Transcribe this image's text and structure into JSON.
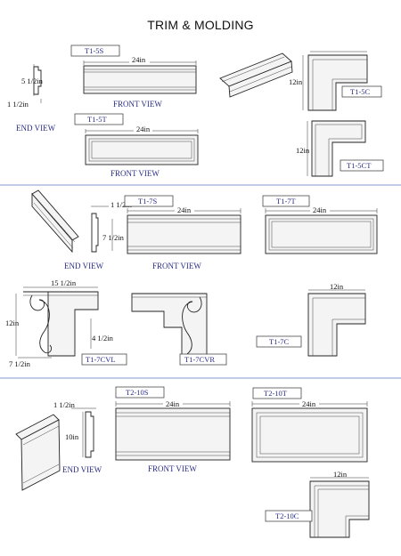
{
  "title": "TRIM & MOLDING",
  "labels": {
    "end_view": "END VIEW",
    "front_view": "FRONT VIEW"
  },
  "codes": {
    "t15s": "T1-5S",
    "t15c": "T1-5C",
    "t15t": "T1-5T",
    "t15ct": "T1-5CT",
    "t17s": "T1-7S",
    "t17t": "T1-7T",
    "t17cvl": "T1-7CVL",
    "t17cvr": "T1-7CVR",
    "t17c": "T1-7C",
    "t210s": "T2-10S",
    "t210t": "T2-10T",
    "t210c": "T2-10C"
  },
  "dims": {
    "w24": "24in",
    "h5_5": "5 1/2in",
    "d1_5": "1 1/2in",
    "h12": "12in",
    "h7_5": "7 1/2in",
    "w15_5": "15 1/2in",
    "h4_5": "4 1/2in",
    "h10": "10in"
  }
}
